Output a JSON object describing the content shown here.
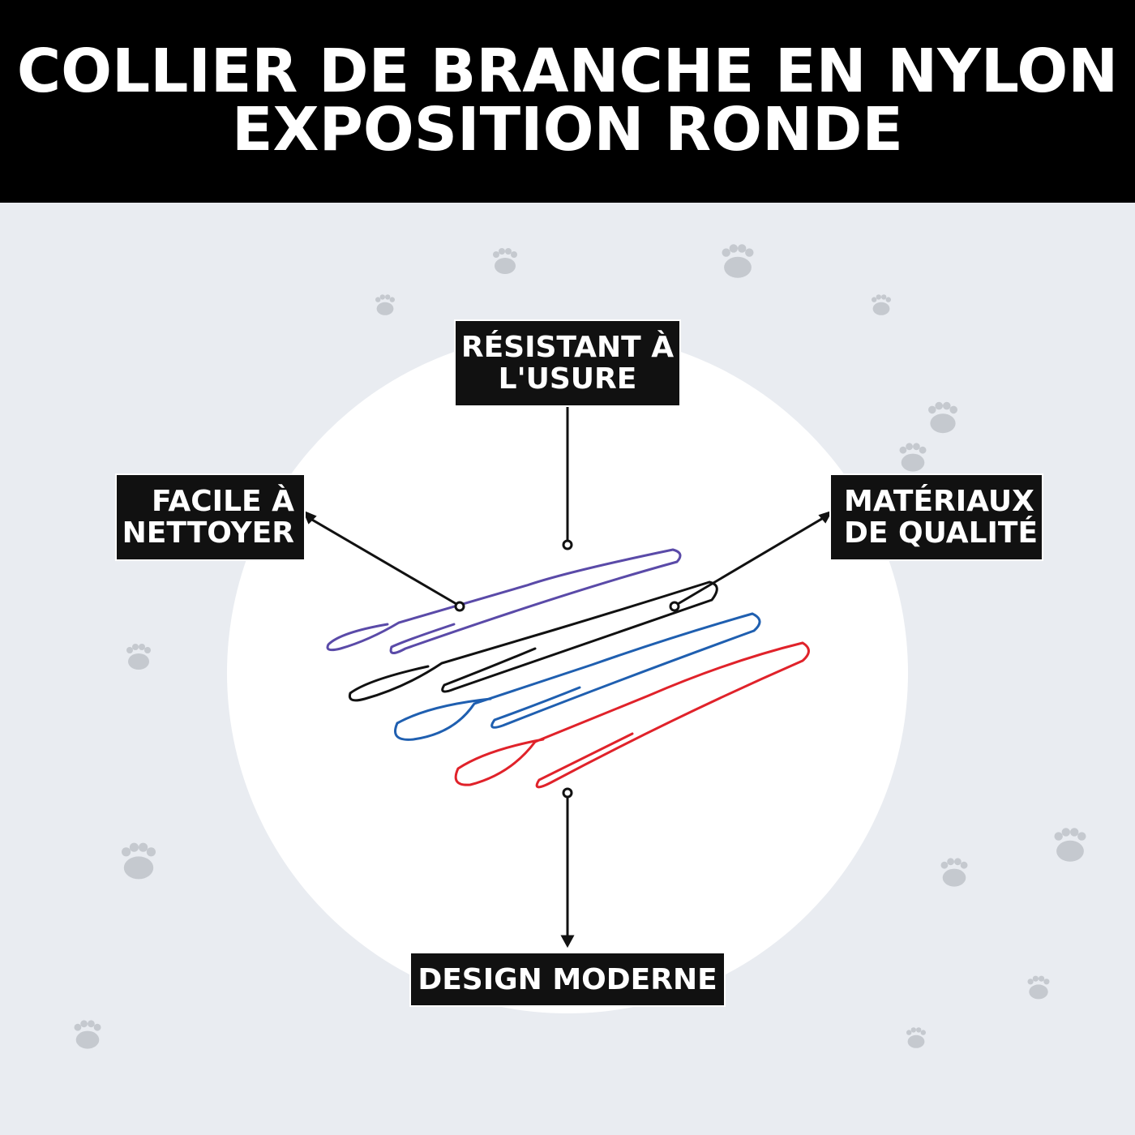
{
  "title": {
    "line1": "COLLIER DE BRANCHE EN NYLON",
    "line2": "EXPOSITION RONDE"
  },
  "labels": {
    "top": {
      "line1": "RÉSISTANT À",
      "line2": "L'USURE"
    },
    "left": {
      "line1": "FACILE À",
      "line2": "NETTOYER"
    },
    "right": {
      "line1": "MATÉRIAUX",
      "line2": "DE QUALITÉ"
    },
    "bottom": "DESIGN MODERNE"
  },
  "colors": {
    "purple": "#5a4aa8",
    "black": "#111111",
    "blue": "#1f5fb0",
    "red": "#e0222a",
    "background": "#e9ecf1"
  }
}
